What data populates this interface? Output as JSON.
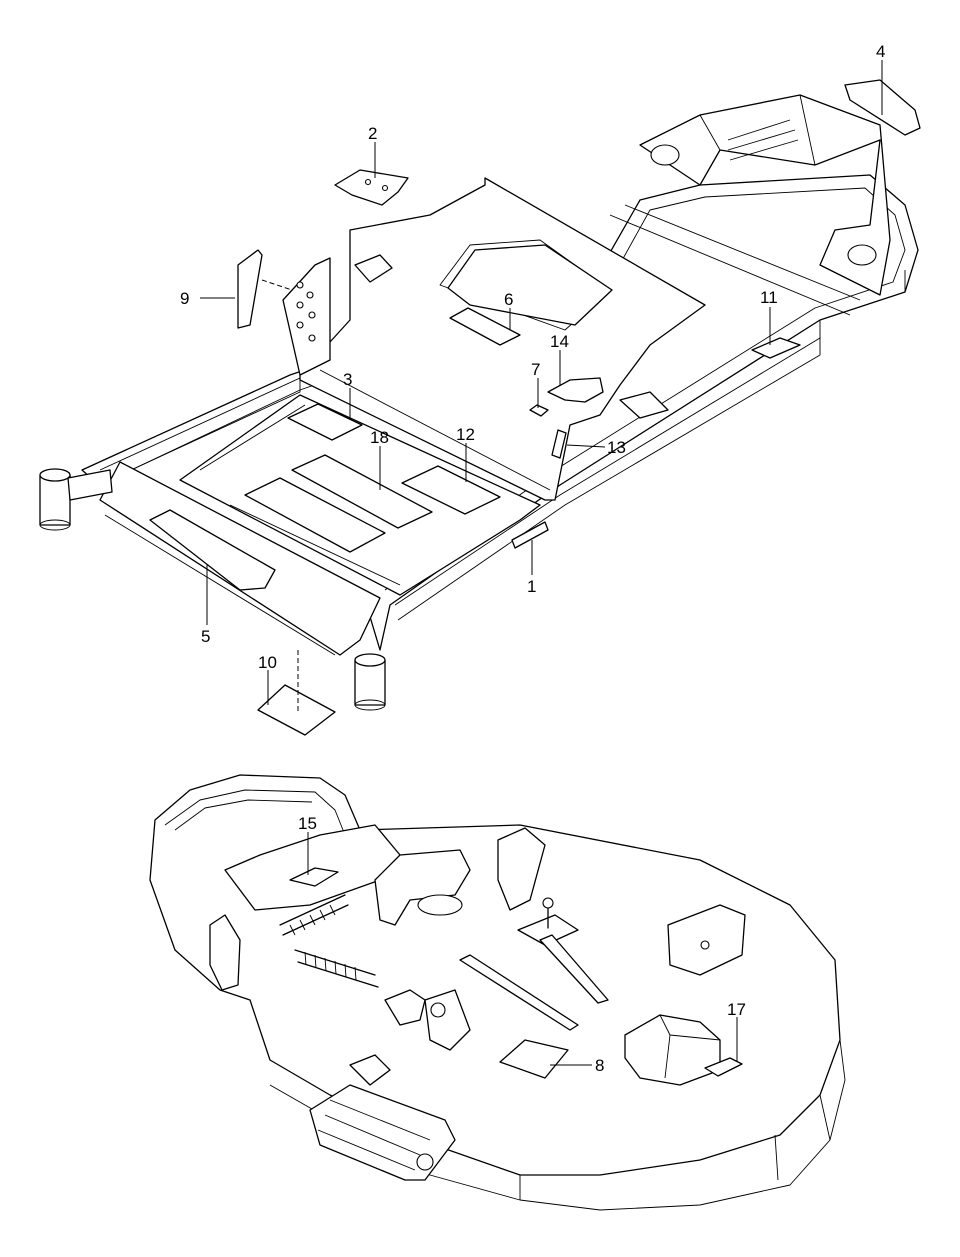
{
  "callouts": [
    {
      "id": "1",
      "label": "1"
    },
    {
      "id": "2",
      "label": "2"
    },
    {
      "id": "3",
      "label": "3"
    },
    {
      "id": "4",
      "label": "4"
    },
    {
      "id": "5",
      "label": "5"
    },
    {
      "id": "6",
      "label": "6"
    },
    {
      "id": "7",
      "label": "7"
    },
    {
      "id": "8",
      "label": "8"
    },
    {
      "id": "9",
      "label": "9"
    },
    {
      "id": "10",
      "label": "10"
    },
    {
      "id": "11",
      "label": "11"
    },
    {
      "id": "12",
      "label": "12"
    },
    {
      "id": "13",
      "label": "13"
    },
    {
      "id": "14",
      "label": "14"
    },
    {
      "id": "15",
      "label": "15"
    },
    {
      "id": "17",
      "label": "17"
    },
    {
      "id": "18",
      "label": "18"
    }
  ]
}
